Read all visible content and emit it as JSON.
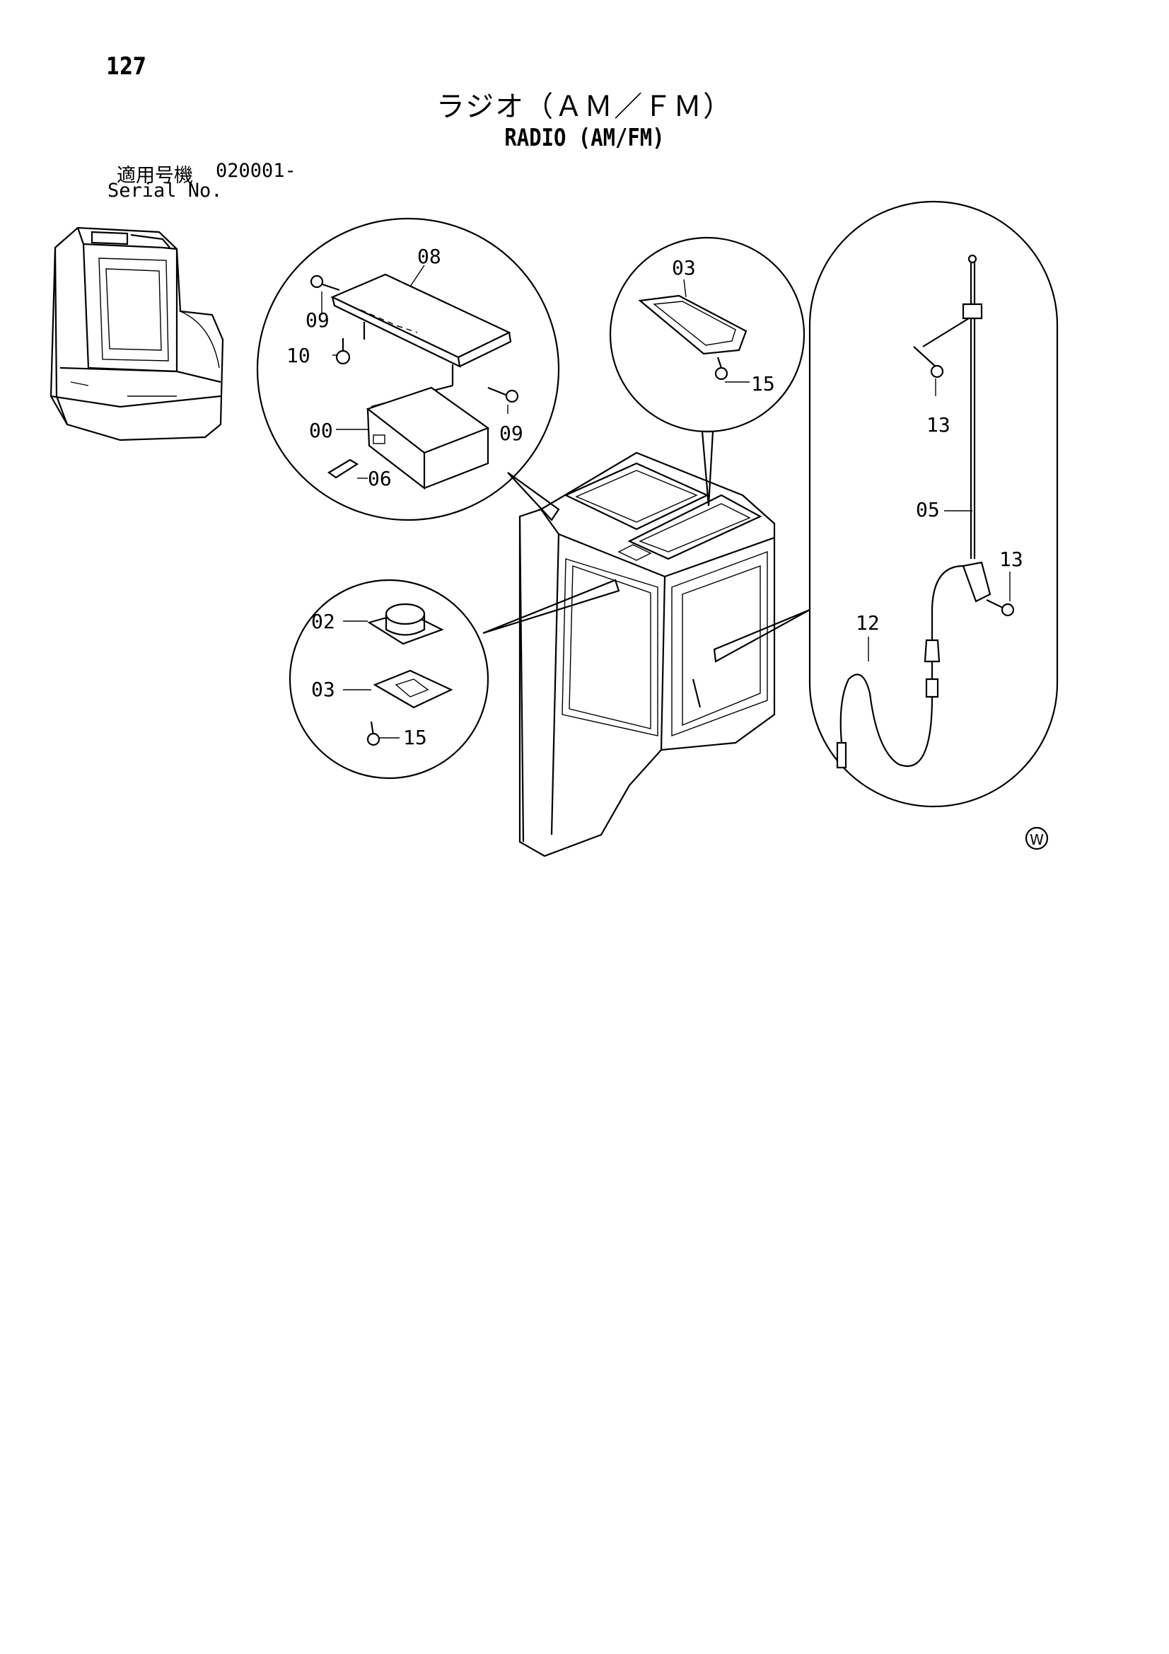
{
  "page": {
    "number": "127",
    "title_jp": "ラジオ（ＡＭ／ＦＭ）",
    "title_en": "RADIO (AM/FM)",
    "serial_label_jp": "適用号機",
    "serial_value": "020001-",
    "serial_label_en": "Serial No."
  },
  "callouts": {
    "c00": "00",
    "c02": "02",
    "c03a": "03",
    "c03b": "03",
    "c05": "05",
    "c06": "06",
    "c08": "08",
    "c09a": "09",
    "c09b": "09",
    "c10": "10",
    "c12": "12",
    "c13a": "13",
    "c13b": "13",
    "c15a": "15",
    "c15b": "15"
  },
  "mark": "W"
}
